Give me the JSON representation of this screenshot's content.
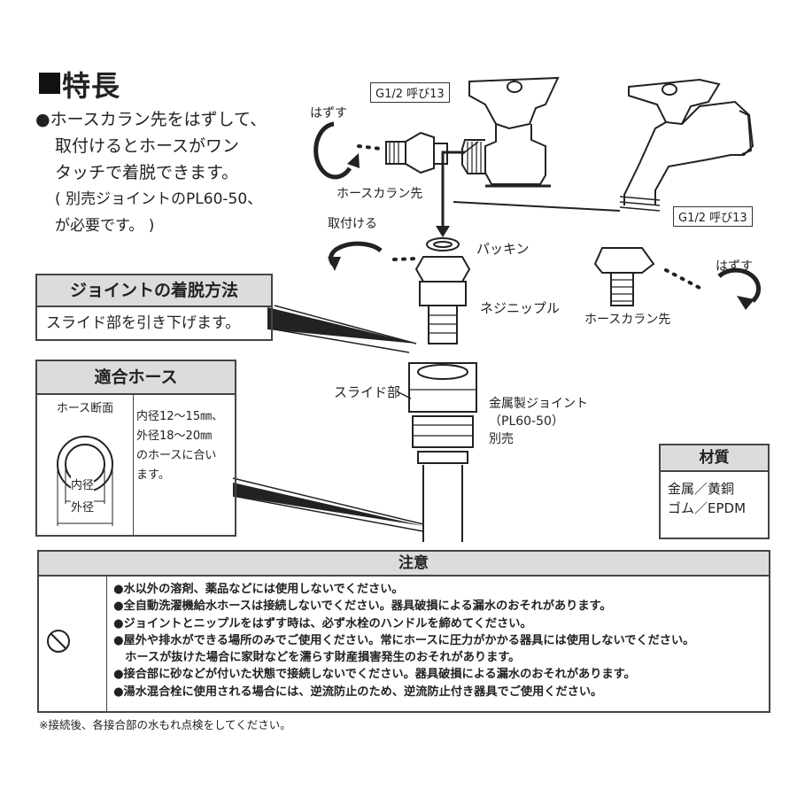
{
  "features": {
    "title": "特長",
    "lines": [
      "●ホースカラン先をはずして、",
      "取付けるとホースがワン",
      "タッチで着脱できます。",
      "( 別売ジョイントのPL60-50、",
      "が必要です。 )"
    ]
  },
  "diagram": {
    "label_g12_top": "G1/2 呼び13",
    "label_g12_right": "G1/2 呼び13",
    "label_remove_left": "はずす",
    "label_remove_right": "はずす",
    "label_attach": "取付ける",
    "label_packing": "パッキン",
    "label_nipple": "ネジニップル",
    "label_tip_left": "ホースカラン先",
    "label_tip_right": "ホースカラン先",
    "label_slide": "スライド部",
    "label_joint_1": "金属製ジョイント",
    "label_joint_2": "（PL60-50）",
    "label_joint_3": "別売"
  },
  "joint_box": {
    "title": "ジョイントの着脱方法",
    "body": "スライド部を引き下げます。"
  },
  "hose_box": {
    "title": "適合ホース",
    "section_label": "ホース断面",
    "inner_label": "内径",
    "outer_label": "外径",
    "text_lines": [
      "内径12～15㎜、",
      "外径18～20㎜",
      "のホースに合い",
      "ます。"
    ]
  },
  "material_box": {
    "title": "材質",
    "lines": [
      "金属／黄銅",
      "ゴム／EPDM"
    ]
  },
  "caution": {
    "title": "注意",
    "items": [
      "●水以外の溶剤、薬品などには使用しないでください。",
      "●全自動洗濯機給水ホースは接続しないでください。器具破損による漏水のおそれがあります。",
      "●ジョイントとニップルをはずす時は、必ず水栓のハンドルを締めてください。",
      "●屋外や排水ができる場所のみでご使用ください。常にホースに圧力がかかる器具には使用しないでください。",
      "　ホースが抜けた場合に家財などを濡らす財産損害発生のおそれがあります。",
      "●接合部に砂などが付いた状態で接続しないでください。器具破損による漏水のおそれがあります。",
      "●湯水混合栓に使用される場合には、逆流防止のため、逆流防止付き器具でご使用ください。"
    ]
  },
  "footnote": "※接続後、各接合部の水もれ点検をしてください。"
}
